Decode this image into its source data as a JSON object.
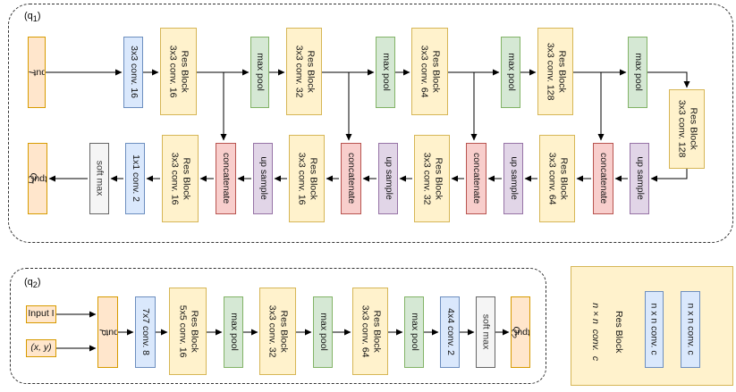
{
  "q1": {
    "tag": "(q",
    "tag_sub": "1",
    "tag_end": ")",
    "input": "Input ",
    "input_var": "I",
    "encoder": [
      "3x3 conv. 16",
      "Res Block\n3x3 conv. 16",
      "max pool",
      "Res Block\n3x3 conv. 32",
      "max pool",
      "Res Block\n3x3 conv. 64",
      "max pool",
      "Res Block\n3x3 conv. 128",
      "max pool"
    ],
    "bottleneck": "Res Block\n3x3 conv. 128",
    "decoder": [
      "up sample",
      "concatenate",
      "Res Block\n3x3 conv. 64",
      "up sample",
      "concatenate",
      "Res Block\n3x3 conv. 32",
      "up sample",
      "concatenate",
      "Res Block\n3x3 conv. 16",
      "up sample",
      "concatenate",
      "Res Block\n3x3 conv. 16",
      "1x1 conv. 2",
      "soft max"
    ],
    "output": "Output ",
    "output_var": "Q",
    "output_sub": "1"
  },
  "q2": {
    "tag": "(q",
    "tag_sub": "2",
    "tag_end": ")",
    "input_image": "Input I",
    "input_coords": "(x, y)",
    "input": "Input  ",
    "input_var": "P",
    "stages": [
      "7x7 conv. 8",
      "Res Block\n5x5 conv. 16",
      "max pool",
      "Res Block\n3x3 conv. 32",
      "max pool",
      "Res Block\n3x3 conv. 64",
      "max pool",
      "4x4 conv. 2",
      "soft max"
    ],
    "output": "Output ",
    "output_var": "Q",
    "output_sub": "2"
  },
  "legend": {
    "title_line1": "Res Block",
    "title_line2": "n × n  conv.  c",
    "conv_a": "n x n conv. c",
    "conv_b": "n x n conv. c"
  }
}
